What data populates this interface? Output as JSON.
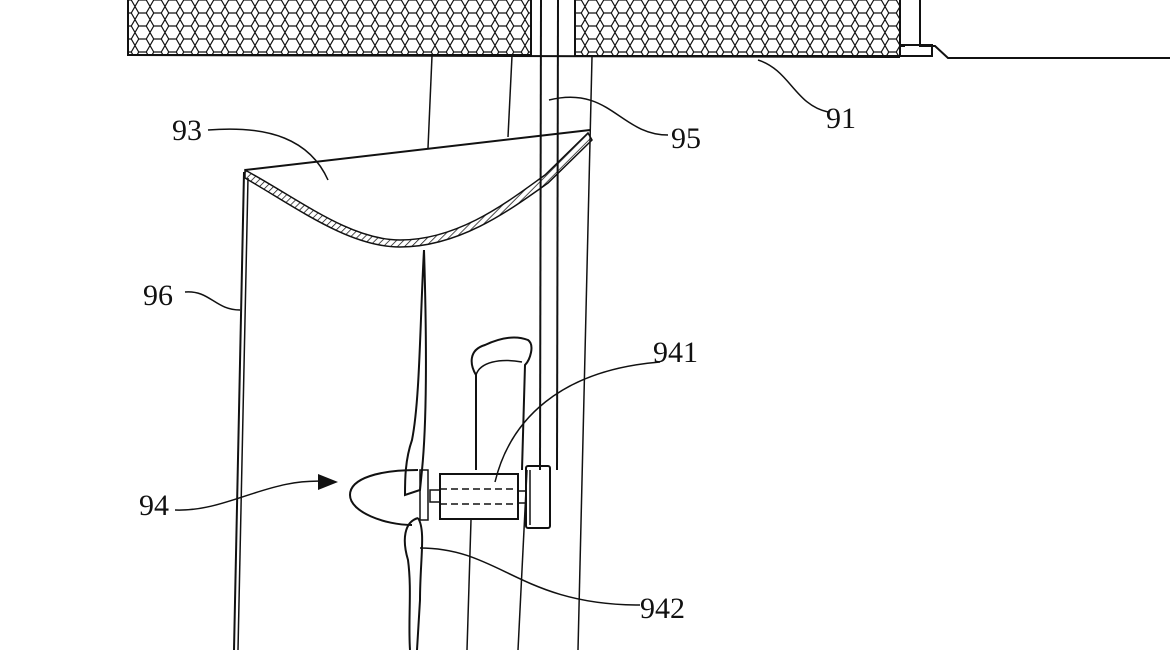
{
  "figure": {
    "labels": {
      "honeycomb_block": "91",
      "tank": "93",
      "propeller_unit": "94",
      "motor": "941",
      "blade": "942",
      "rod": "95",
      "side_wall": "96"
    },
    "colors": {
      "ink": "#111111",
      "paper": "#ffffff"
    }
  }
}
